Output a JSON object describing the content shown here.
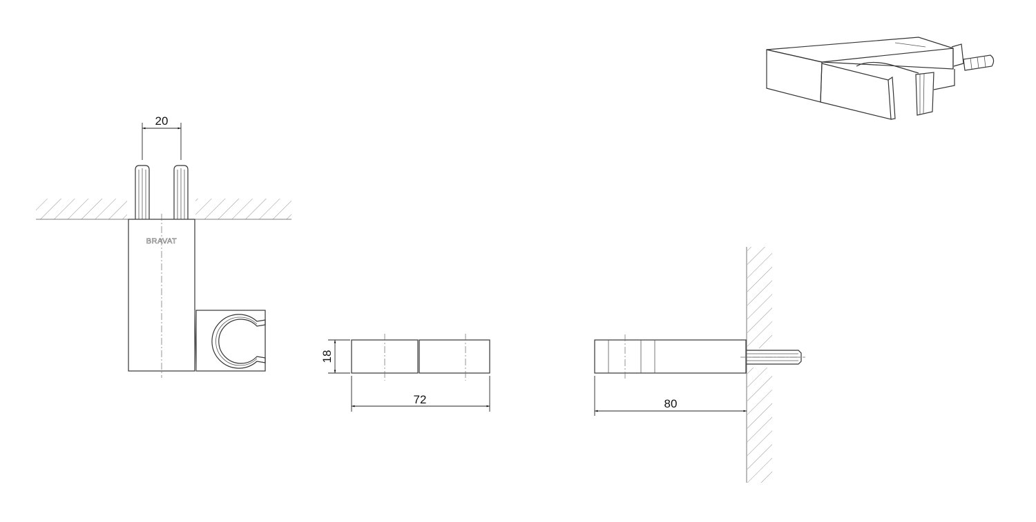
{
  "front_view": {
    "pin_spacing_label": "20",
    "brand_logo": "BRAVAT"
  },
  "top_view": {
    "height_label": "18",
    "length_label": "72"
  },
  "side_view": {
    "depth_label": "80"
  },
  "colors": {
    "line": "#333333",
    "background": "#ffffff"
  }
}
